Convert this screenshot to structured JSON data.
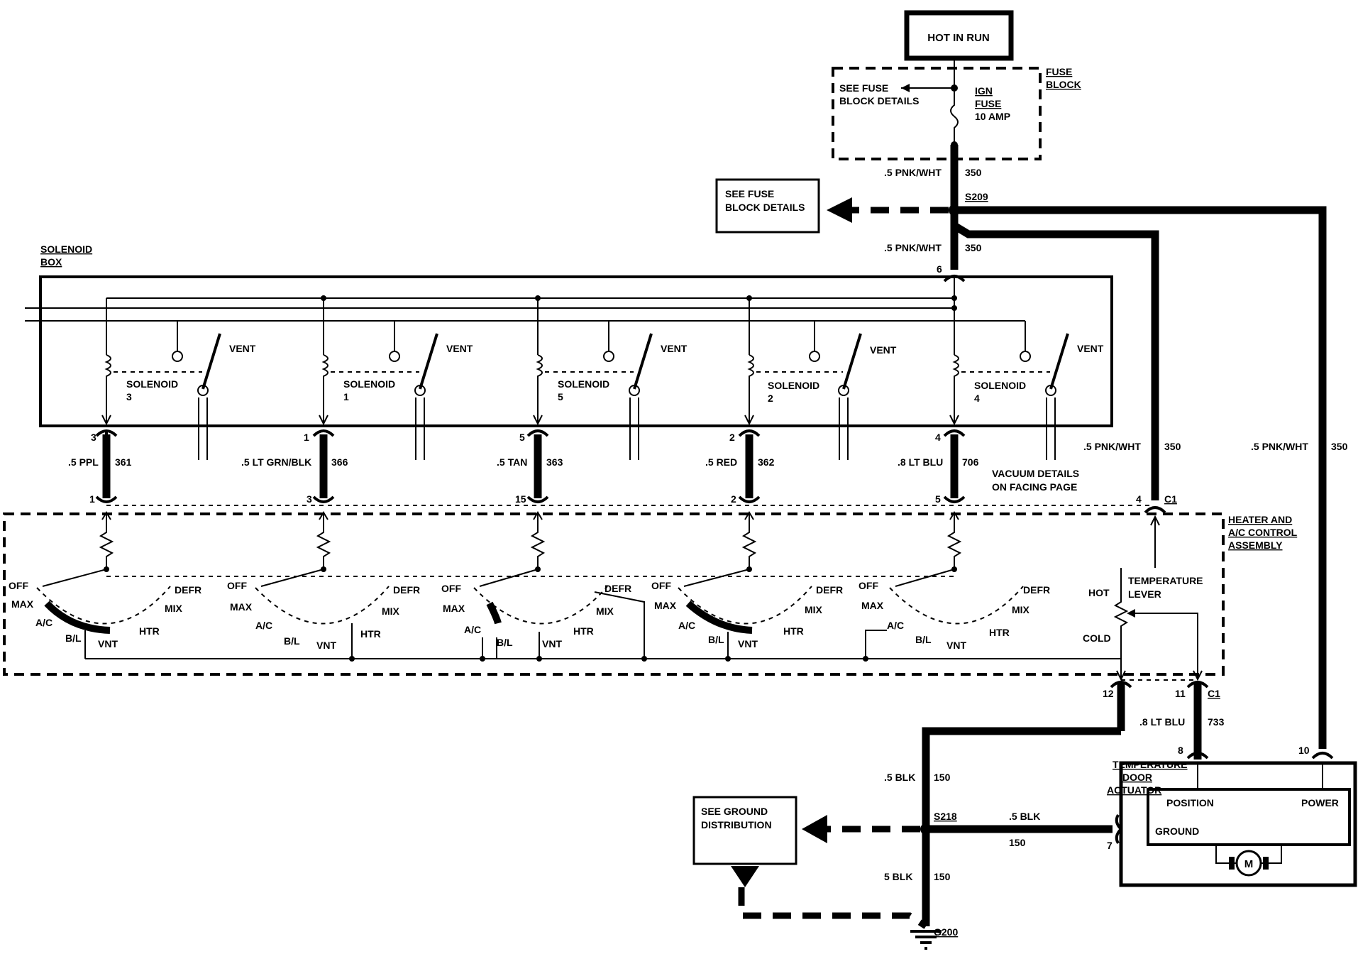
{
  "power_label": "HOT IN RUN",
  "fuse_block": {
    "label_l1": "FUSE",
    "label_l2": "BLOCK",
    "see_details_l1": "SEE FUSE",
    "see_details_l2": "BLOCK DETAILS",
    "fuse_name_l1": "IGN",
    "fuse_name_l2": "FUSE",
    "fuse_rating": "10 AMP"
  },
  "see_fuse_box": {
    "l1": "SEE FUSE",
    "l2": "BLOCK DETAILS"
  },
  "splices": {
    "s209": "S209",
    "s218": "S218",
    "g200": "G200"
  },
  "wire_pnk": ".5 PNK/WHT",
  "wire_pnk_circuit": "350",
  "solenoid_box": {
    "l1": "SOLENOID",
    "l2": "BOX",
    "pin_power": "6"
  },
  "solenoids": [
    {
      "label": "SOLENOID",
      "num": "3",
      "pin_top": "3",
      "wire": ".5 PPL",
      "circuit": "361",
      "pin_bottom": "1"
    },
    {
      "label": "SOLENOID",
      "num": "1",
      "pin_top": "1",
      "wire": ".5 LT GRN/BLK",
      "circuit": "366",
      "pin_bottom": "3"
    },
    {
      "label": "SOLENOID",
      "num": "5",
      "pin_top": "5",
      "wire": ".5 TAN",
      "circuit": "363",
      "pin_bottom": "15"
    },
    {
      "label": "SOLENOID",
      "num": "2",
      "pin_top": "2",
      "wire": ".5 RED",
      "circuit": "362",
      "pin_bottom": "2"
    },
    {
      "label": "SOLENOID",
      "num": "4",
      "pin_top": "4",
      "wire": ".8 LT BLU",
      "circuit": "706",
      "pin_bottom": "5"
    }
  ],
  "vent_label": "VENT",
  "vacuum_note": {
    "l1": "VACUUM DETAILS",
    "l2": "ON FACING PAGE"
  },
  "control_assembly": {
    "l1": "HEATER AND",
    "l2": "A/C CONTROL",
    "l3": "ASSEMBLY",
    "pin_power": "4",
    "conn": "C1"
  },
  "switch_positions": {
    "off": "OFF",
    "max": "MAX",
    "ac": "A/C",
    "bl": "B/L",
    "vnt": "VNT",
    "htr": "HTR",
    "mix": "MIX",
    "defr": "DEFR"
  },
  "temperature_lever": {
    "l1": "TEMPERATURE",
    "l2": "LEVER",
    "hot": "HOT",
    "cold": "COLD"
  },
  "lower_pins": {
    "ground_pin": "12",
    "signal_pin": "11",
    "conn": "C1"
  },
  "signal_wire": {
    "wire": ".8 LT BLU",
    "circuit": "733"
  },
  "actuator": {
    "l1": "TEMPERATURE",
    "l2": "DOOR",
    "l3": "ACTUATOR",
    "position": "POSITION",
    "power": "POWER",
    "ground": "GROUND",
    "motor": "M",
    "pin_position": "8",
    "pin_power": "10",
    "pin_ground": "7"
  },
  "ground_wire": {
    "wire_upper": ".5 BLK",
    "wire_lower": "5 BLK",
    "circuit": "150",
    "wire_right": ".5 BLK",
    "circuit_right": "150"
  },
  "see_ground": {
    "l1": "SEE GROUND",
    "l2": "DISTRIBUTION"
  }
}
